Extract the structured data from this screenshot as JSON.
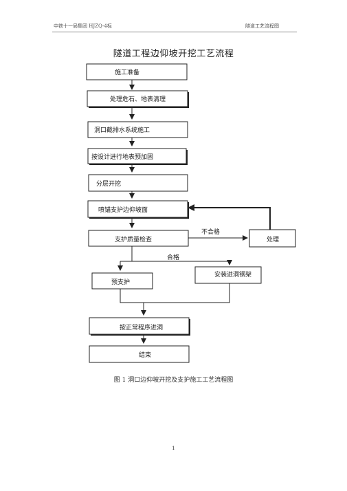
{
  "header": {
    "left": "中铁十一局集团  HJZQ-4标",
    "right": "隧道工艺流程图"
  },
  "title": "隧道工程边仰坡开挖工艺流程",
  "steps": {
    "s1": "施工准备",
    "s2": "处理危石、地表清理",
    "s3": "洞口截排水系统施工",
    "s4": "按设计进行地表预加固",
    "s5": "分层开挖",
    "s6": "喷锚支护边仰坡面",
    "s7": "支护质量检查",
    "process": "处理",
    "pre": "预支护",
    "arch": "安装进洞钢架",
    "s8": "按正常程序进洞",
    "end": "结束"
  },
  "labels": {
    "fail": "不合格",
    "pass": "合格"
  },
  "caption": "图 1 洞口边仰坡开挖及支护施工工艺流程图",
  "page_number": "1"
}
